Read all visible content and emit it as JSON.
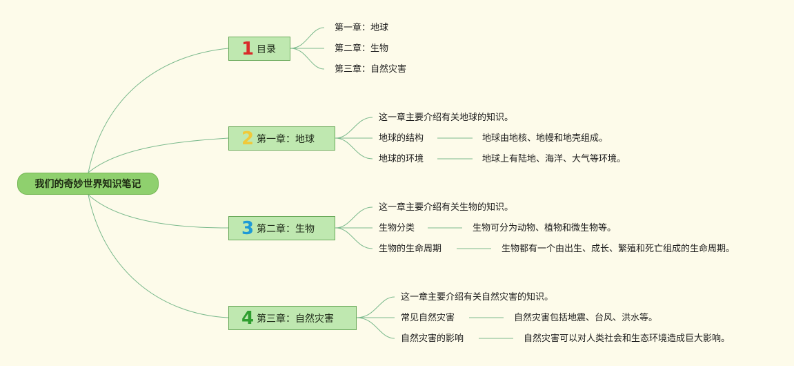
{
  "root": {
    "title": "我们的奇妙世界知识笔记"
  },
  "chapters": [
    {
      "number": "1",
      "number_color": "#d92a2a",
      "label": "目录",
      "items": [
        {
          "text": "第一章：地球"
        },
        {
          "text": "第二章：生物"
        },
        {
          "text": "第三章：自然灾害"
        }
      ]
    },
    {
      "number": "2",
      "number_color": "#f0c93a",
      "label": "第一章：地球",
      "items": [
        {
          "text": "这一章主要介绍有关地球的知识。"
        },
        {
          "text": "地球的结构",
          "detail": "地球由地核、地幔和地壳组成。"
        },
        {
          "text": "地球的环境",
          "detail": "地球上有陆地、海洋、大气等环境。"
        }
      ]
    },
    {
      "number": "3",
      "number_color": "#1e9ad6",
      "label": "第二章：生物",
      "items": [
        {
          "text": "这一章主要介绍有关生物的知识。"
        },
        {
          "text": "生物分类",
          "detail": "生物可分为动物、植物和微生物等。"
        },
        {
          "text": "生物的生命周期",
          "detail": "生物都有一个由出生、成长、繁殖和死亡组成的生命周期。"
        }
      ]
    },
    {
      "number": "4",
      "number_color": "#2f9e2f",
      "label": "第三章：自然灾害",
      "items": [
        {
          "text": "这一章主要介绍有关自然灾害的知识。"
        },
        {
          "text": "常见自然灾害",
          "detail": "自然灾害包括地震、台风、洪水等。"
        },
        {
          "text": "自然灾害的影响",
          "detail": "自然灾害可以对人类社会和生态环境造成巨大影响。"
        }
      ]
    }
  ],
  "colors": {
    "link": "#7ab98c",
    "background": "#fdfbea"
  }
}
